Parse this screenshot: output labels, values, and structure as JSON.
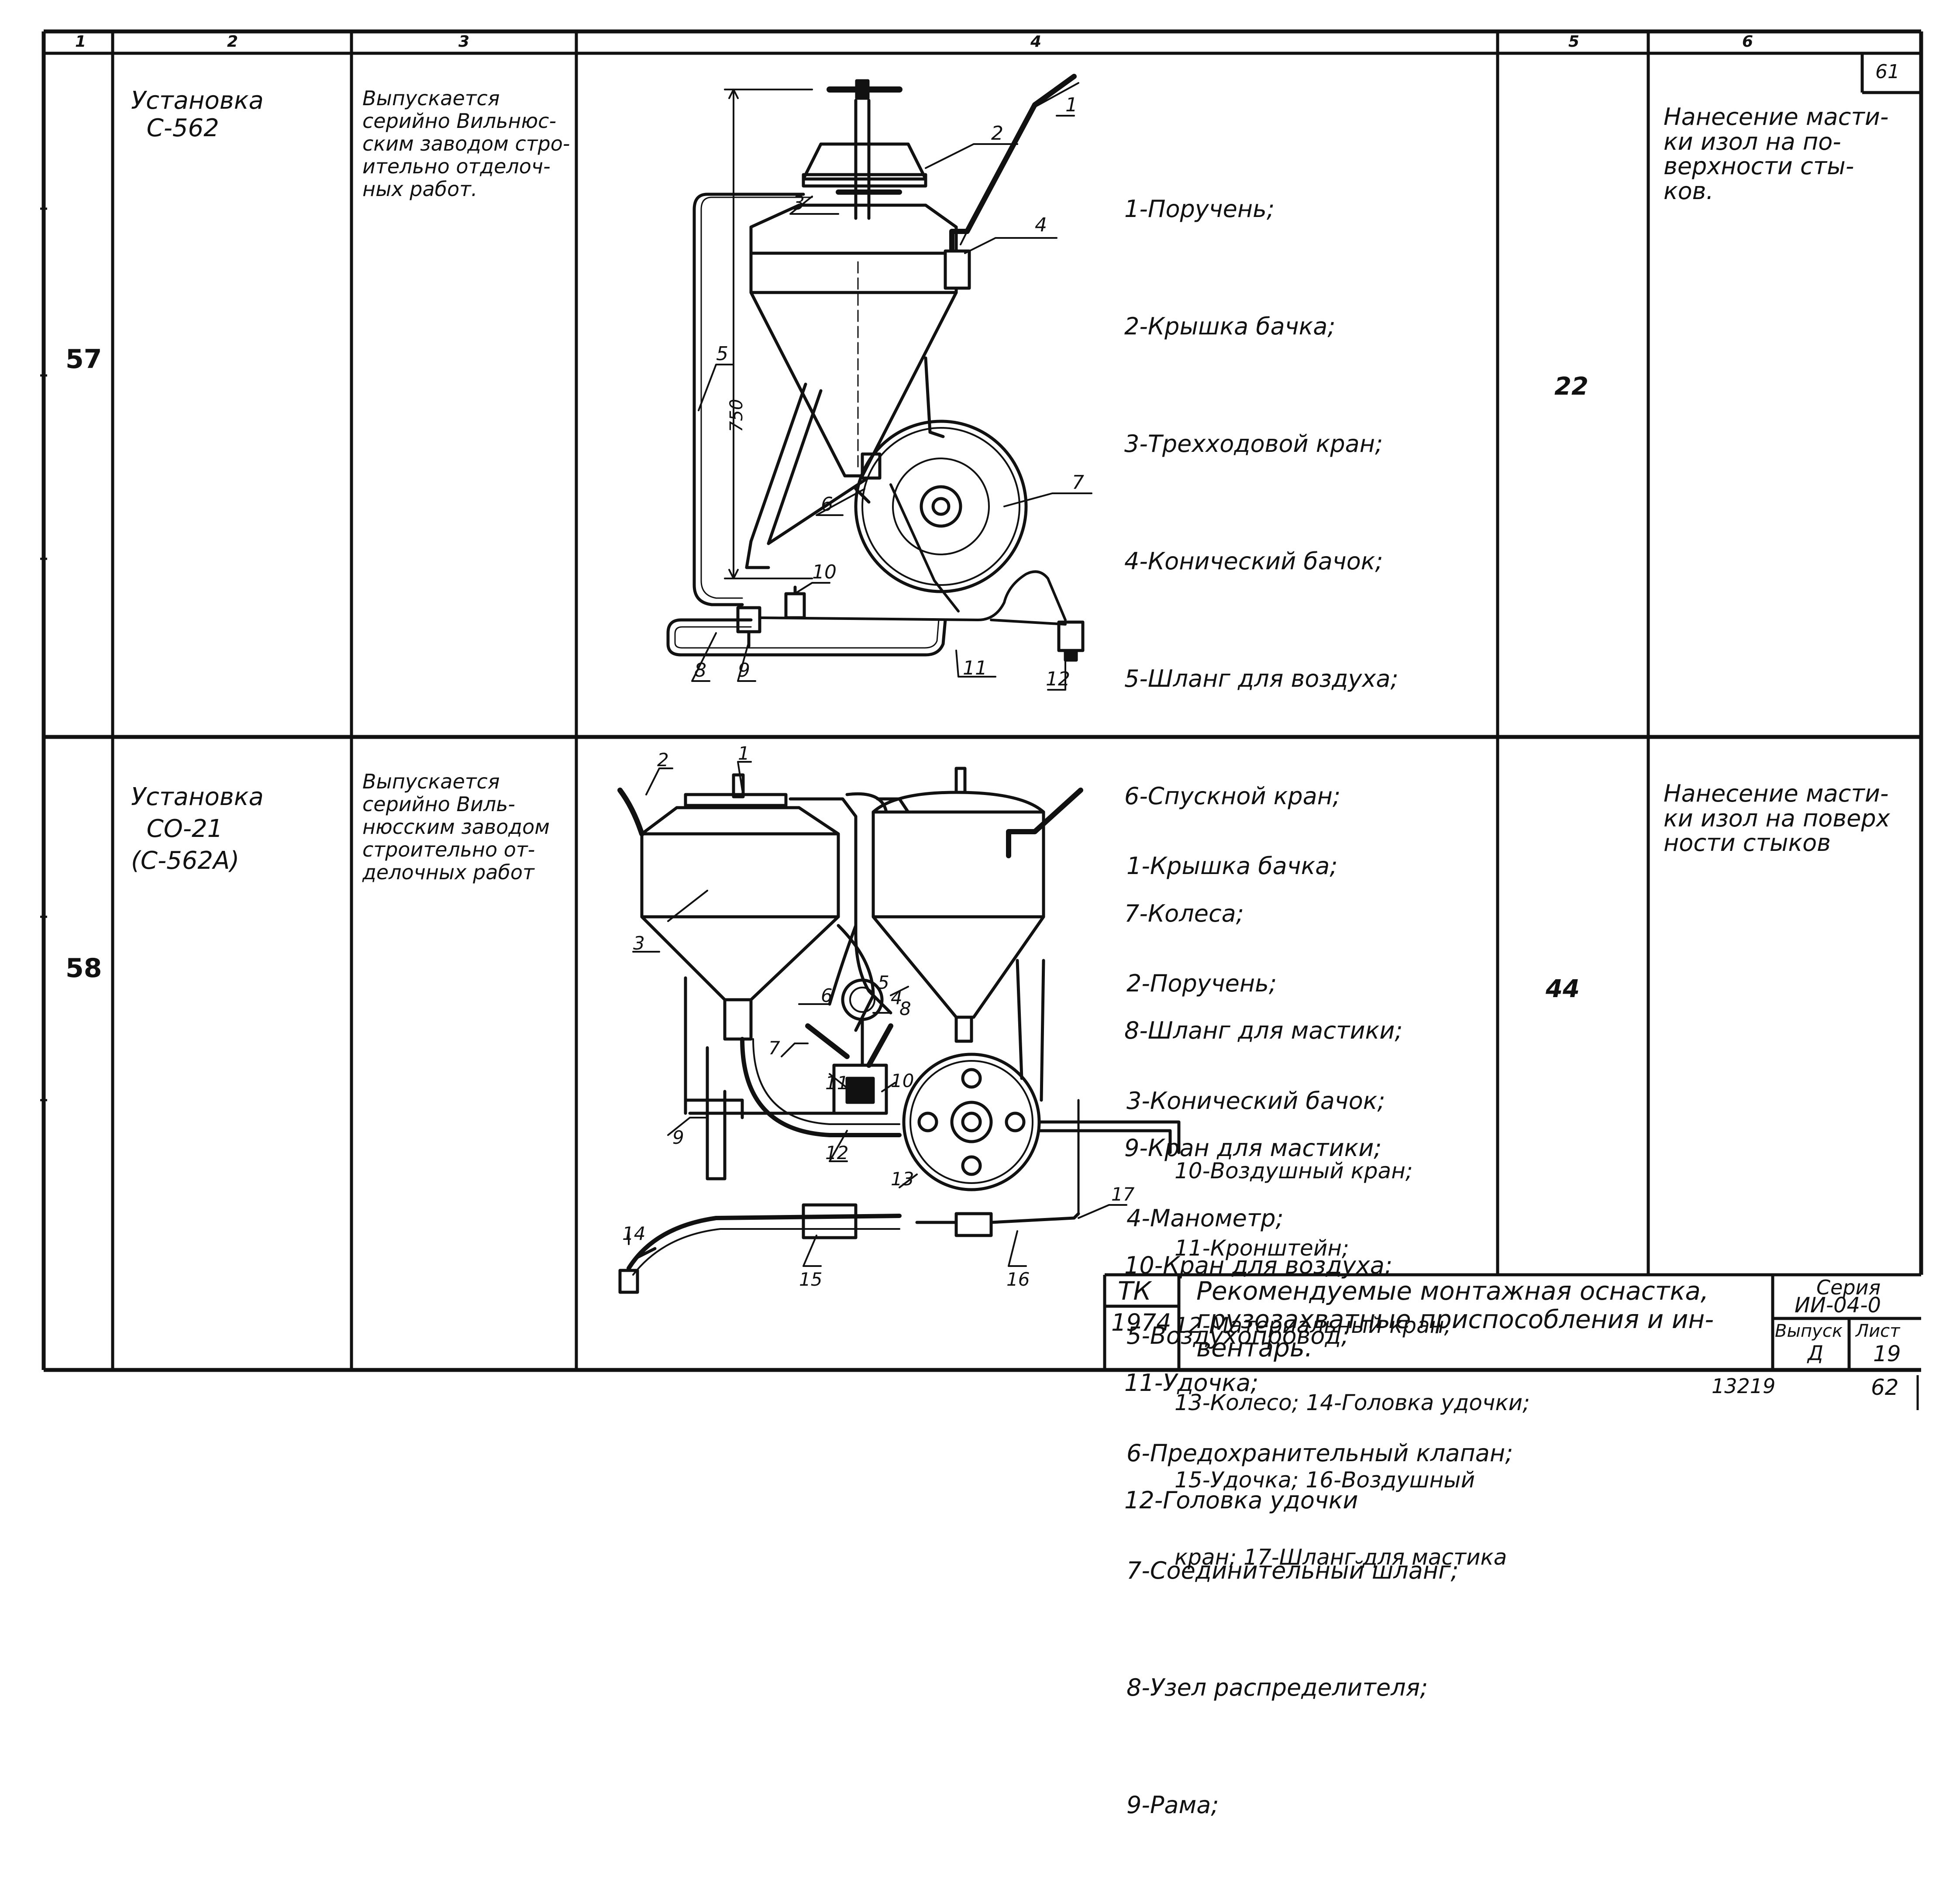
{
  "header": {
    "col1": "1",
    "col2": "2",
    "col3": "3",
    "col4": "4",
    "col5": "5",
    "col6": "6"
  },
  "sheet_corner": "61",
  "rows": [
    {
      "number": "57",
      "name": "Установка\n  С-562",
      "description": "Выпускается\nсерийно Вильнюс-\nским заводом стро-\nительно отделоч-\nных работ.",
      "legend": [
        "1-Поручень;",
        "2-Крышка бачка;",
        "3-Трехходовой кран;",
        "4-Конический бачок;",
        "5-Шланг для воздуха;",
        "6-Спускной кран;",
        "7-Колеса;",
        "8-Шланг для мастики;",
        "9-Кран для мастики;",
        "10-Кран для воздуха;",
        "11-Удочка;",
        "12-Головка удочки"
      ],
      "dimension": "750",
      "callouts": [
        "1",
        "2",
        "3",
        "4",
        "5",
        "6",
        "7",
        "8",
        "9",
        "10",
        "11",
        "12"
      ],
      "weight": "22",
      "purpose": "Нанесение масти-\nки изол на по-\nверхности сты-\nков."
    },
    {
      "number": "58",
      "name": "Установка\n  СО-21\n(С-562А)",
      "description": "Выпускается\nсерийно Виль-\nнюсским заводом\nстроительно от-\nделочных работ",
      "legend": [
        "1-Крышка бачка;",
        "2-Поручень;",
        "3-Конический бачок;",
        "4-Манометр;",
        "5-Воздухопровод;",
        "6-Предохранительный клапан;",
        "7-Соединительный шланг;",
        "8-Узел распределителя;",
        "9-Рама;"
      ],
      "legend_small": [
        "10-Воздушный кран;",
        "11-Кронштейн;",
        "12-Материальный кран;",
        "13-Колесо; 14-Головка удочки;",
        "15-Удочка; 16-Воздушный",
        "кран; 17-Шланг для мастика"
      ],
      "callouts": [
        "1",
        "2",
        "3",
        "4",
        "5",
        "6",
        "7",
        "8",
        "9",
        "10",
        "11",
        "12",
        "13",
        "14",
        "15",
        "16",
        "17"
      ],
      "weight": "44",
      "purpose": "Нанесение масти-\nки изол на поверх\nности стыков"
    }
  ],
  "title_block": {
    "org": "ТК",
    "year": "1974",
    "title": "Рекомендуемые монтажная оснастка,\nгрузозахватные приспособления и ин-\nвентарь.",
    "series_label": "Серия",
    "series_value": "ИИ-04-0",
    "issue_label": "Выпуск",
    "issue_value": "Д",
    "sheet_label": "Лист",
    "sheet_value": "19"
  },
  "footer": {
    "stamp_number": "13219",
    "page_number": "62"
  },
  "colors": {
    "ink": "#111111",
    "paper": "#ffffff"
  }
}
